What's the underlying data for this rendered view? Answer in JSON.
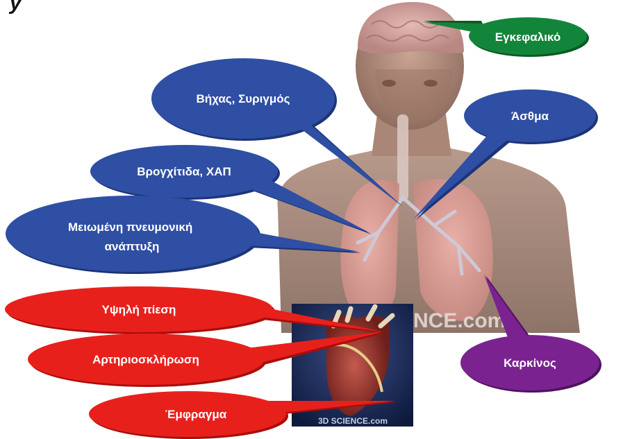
{
  "heading": "y",
  "colors": {
    "blue": "#2e4fa3",
    "blue_dark": "#1c3478",
    "red": "#e8201c",
    "red_dark": "#a80f0c",
    "green": "#13853a",
    "green_dark": "#0a5a24",
    "purple": "#7a2390",
    "purple_dark": "#4e1160"
  },
  "callouts": {
    "brain": "Εγκεφαλικό",
    "cough": "Βήχας, Συριγμός",
    "asthma": "Άσθμα",
    "bronchitis": "Βρογχίτιδα, ΧΑΠ",
    "lung_dev_line1": "Μειωμένη πνευμονική",
    "lung_dev_line2": "ανάπτυξη",
    "high_bp": "Υψηλή πίεση",
    "atherosclerosis": "Αρτηριοσκλήρωση",
    "infarction": "Έμφραγμα",
    "cancer": "Καρκίνος"
  },
  "watermarks": {
    "body": "NCE.com",
    "heart": "3D SCIENCE.com"
  }
}
